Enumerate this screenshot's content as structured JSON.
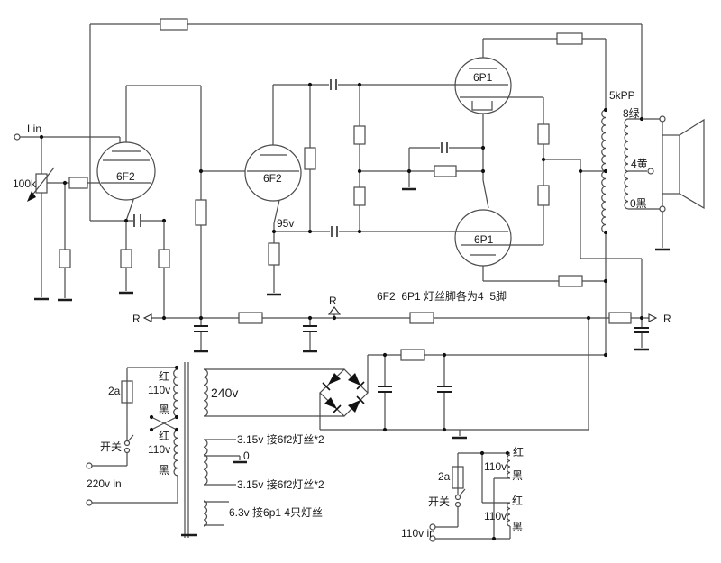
{
  "labels": {
    "lin": "Lin",
    "pot": "100k",
    "tube1": "6F2",
    "tube2": "6F2",
    "tube3": "6P1",
    "tube4": "6P1",
    "v95": "95v",
    "opt": "5kPP",
    "tap8": "8绿",
    "tap4": "4黄",
    "tap0": "0黑",
    "note": "6F2  6P1 灯丝脚各为4  5脚",
    "r_left": "R",
    "r_mid": "R",
    "r_right": "R",
    "fuse1": "2a",
    "switch1": "开关",
    "mains220": "220v in",
    "p_red1": "红",
    "p_v1": "110v",
    "p_blk1": "黑",
    "p_red2": "红",
    "p_v2": "110v",
    "p_blk2": "黑",
    "v240": "240v",
    "fil_a": "3.15v 接6f2灯丝*2",
    "fil_zero": "0",
    "fil_b": "3.15v 接6f2灯丝*2",
    "fil_c": "6.3v 接6p1 4只灯丝",
    "fuse2": "2a",
    "switch2": "开关",
    "mains110": "110v in",
    "s_red1": "红",
    "s_v1": "110v",
    "s_blk1": "黑",
    "s_red2": "红",
    "s_v2": "110v",
    "s_blk2": "黑"
  },
  "colors": {
    "wire": "#4a4a4a",
    "ink": "#1a1a1a",
    "background": "#ffffff"
  }
}
